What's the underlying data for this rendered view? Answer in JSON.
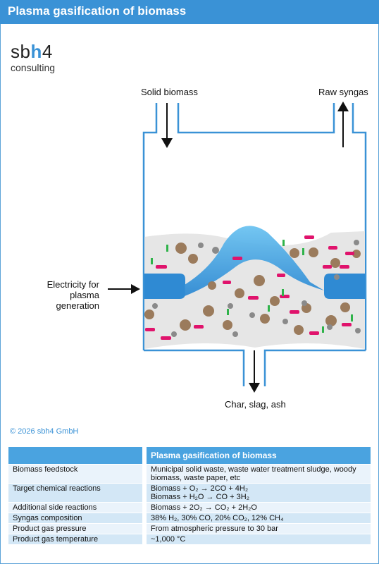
{
  "title": "Plasma gasification of biomass",
  "logo": {
    "prefix": "sb",
    "highlight": "h",
    "suffix": "4",
    "tagline": "consulting"
  },
  "diagram": {
    "label_inlet": "Solid biomass",
    "label_outlet": "Raw syngas",
    "label_electricity_line1": "Electricity for",
    "label_electricity_line2": "plasma generation",
    "label_bottom": "Char, slag, ash"
  },
  "copyright": "© 2026 sbh4 GmbH",
  "table": {
    "header": "Plasma gasification of biomass",
    "rows": [
      {
        "label": "Biomass feedstock",
        "value": "Municipal solid waste, waste water treatment sludge, woody biomass, waste paper, etc"
      },
      {
        "label": "Target chemical reactions",
        "value": "Biomass + O₂ → 2CO + 4H₂",
        "value2": "Biomass + H₂O → CO + 3H₂"
      },
      {
        "label": "Additional side reactions",
        "value": "Biomass + 2O₂ → CO₂ + 2H₂O"
      },
      {
        "label": "Syngas composition",
        "value": "38% H₂, 30% CO, 20% CO₂, 12% CH₄"
      },
      {
        "label": "Product gas pressure",
        "value": "From atmospheric pressure to 30 bar"
      },
      {
        "label": "Product gas temperature",
        "value": "~1,000 °C"
      }
    ]
  },
  "colors": {
    "accent": "#3a92d6",
    "bed": "#e6e6e6",
    "plasma": "#4fb0e8",
    "particle_brown": "#9b7b5c",
    "particle_pink": "#e0136c",
    "particle_green": "#2fb34a",
    "particle_grey": "#8a8a8a"
  }
}
